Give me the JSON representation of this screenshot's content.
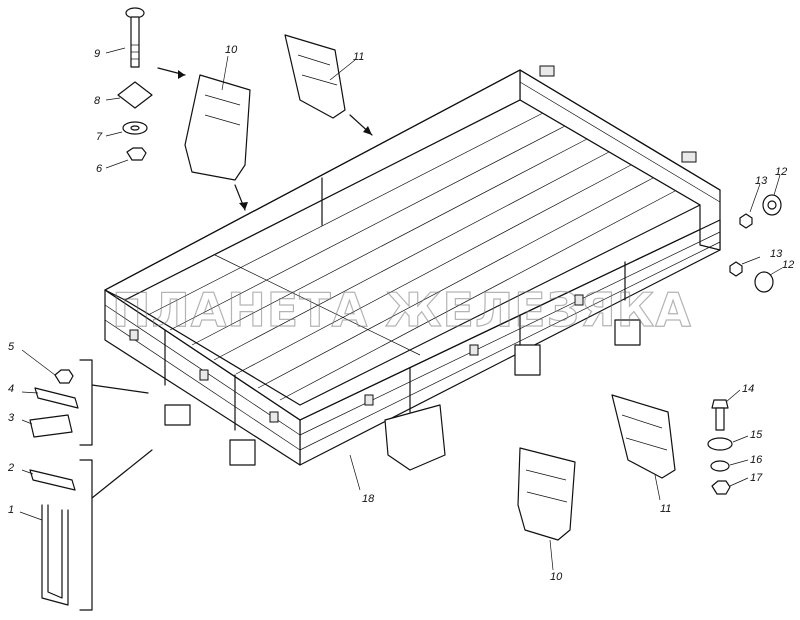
{
  "watermark": "ПЛАНЕТА ЖЕЛЕЗЯКА",
  "labels": {
    "l1": "1",
    "l2": "2",
    "l3": "3",
    "l4": "4",
    "l5": "5",
    "l6": "6",
    "l7": "7",
    "l8": "8",
    "l9": "9",
    "l10a": "10",
    "l10b": "10",
    "l11a": "11",
    "l11b": "11",
    "l12a": "12",
    "l12b": "12",
    "l13a": "13",
    "l13b": "13",
    "l14": "14",
    "l15": "15",
    "l16": "16",
    "l17": "17",
    "l18": "18"
  }
}
